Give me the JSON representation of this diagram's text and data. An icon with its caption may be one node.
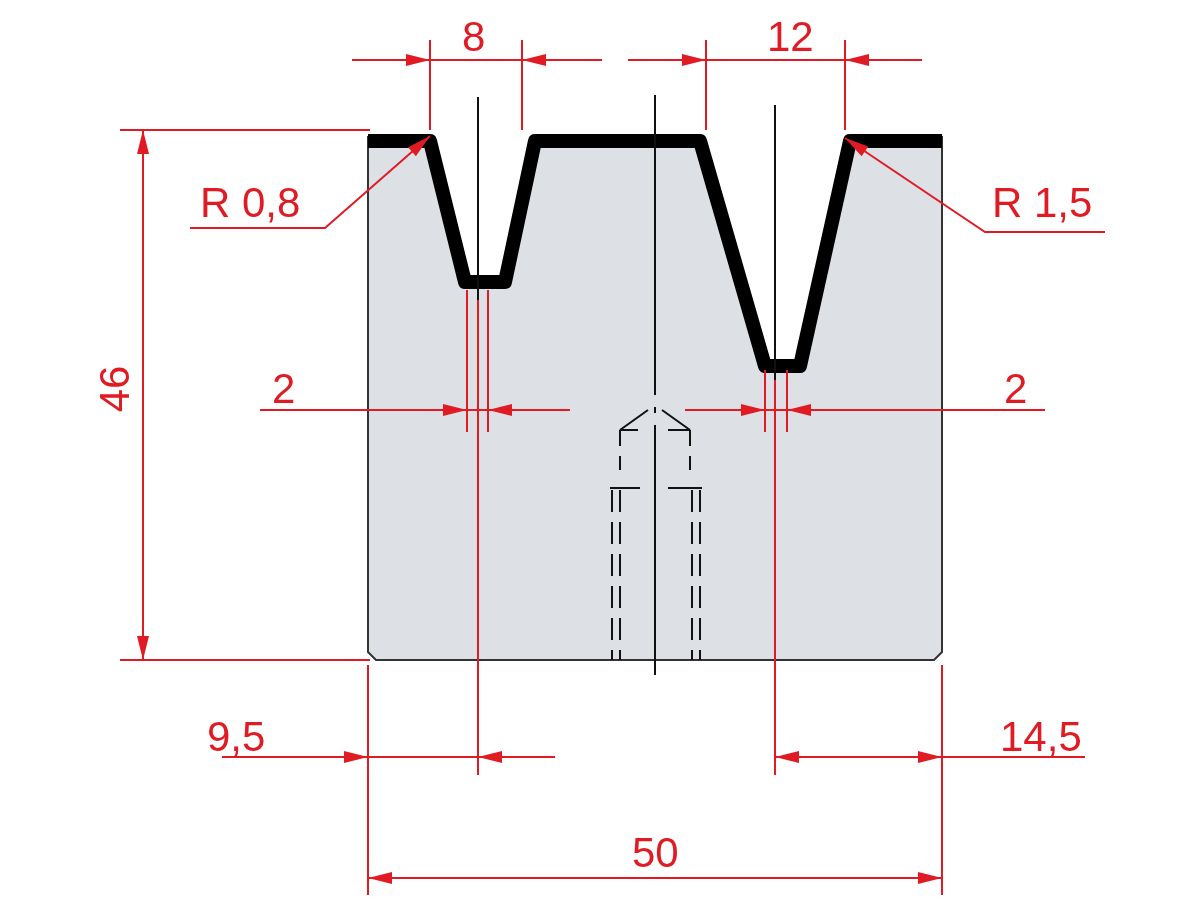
{
  "diagram": {
    "nodes": [
      {
        "text": [
          "R 0,8"
        ]
      },
      {
        "text": [
          "R 1,5"
        ]
      }
    ],
    "edges": [
      {
        "from": 0,
        "to": null,
        "arrow": "to"
      },
      {
        "from": 1,
        "to": null,
        "arrow": "to"
      }
    ],
    "labels": [
      "8",
      "12",
      "46",
      "2",
      "2",
      "9,5",
      "14,5",
      "50"
    ]
  }
}
